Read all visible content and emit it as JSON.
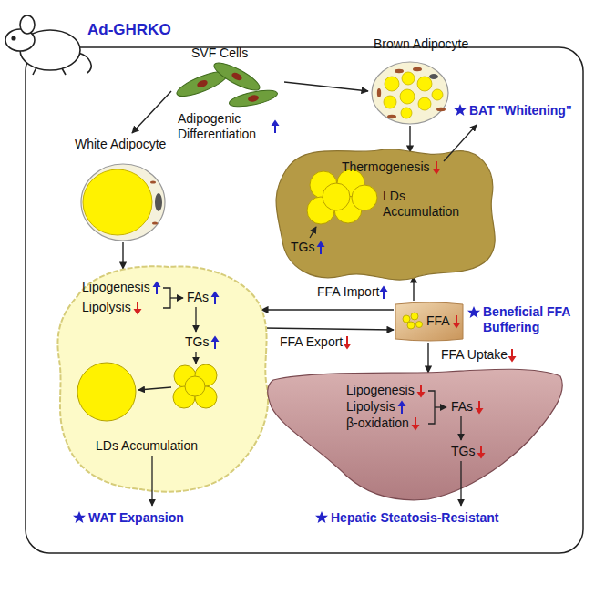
{
  "diagram": {
    "nodes": [
      {
        "text": [
          "SVF Cells",
          "Adipogenic Differentiation"
        ]
      },
      {
        "text": [
          "White Adipocyte"
        ]
      },
      {
        "text": [
          "Brown Adipocyte"
        ]
      },
      {
        "text": [
          "Thermogenesis",
          "LDs Accumulation",
          "TGs"
        ]
      },
      {
        "text": [
          "Lipogenesis",
          "Lipolysis",
          "FAs",
          "TGs",
          "LDs Accumulation"
        ]
      },
      {
        "text": [
          "FFA"
        ]
      },
      {
        "text": [
          "Lipogenesis",
          "Lipolysis",
          "β-oxidation",
          "FAs",
          "TGs"
        ]
      }
    ],
    "edges": [
      {
        "from": 0,
        "to": 1,
        "arrow": "to"
      },
      {
        "from": 0,
        "to": 2,
        "arrow": "to"
      },
      {
        "from": 1,
        "to": 4,
        "arrow": "to"
      },
      {
        "from": 2,
        "to": 3,
        "arrow": "to"
      },
      {
        "from": 5,
        "to": 4,
        "arrow": "to"
      },
      {
        "from": 4,
        "to": 5,
        "label": "FFA Export",
        "arrow": "to"
      },
      {
        "from": 5,
        "to": 3,
        "label": "FFA Import",
        "arrow": "to"
      },
      {
        "from": 5,
        "to": 6,
        "label": "FFA Uptake",
        "arrow": "to"
      }
    ],
    "labels": [
      "Ad-GHRKO",
      "BAT \"Whitening\"",
      "WAT Expansion",
      "Beneficial FFA Buffering",
      "Hepatic Steatosis-Resistant"
    ]
  }
}
